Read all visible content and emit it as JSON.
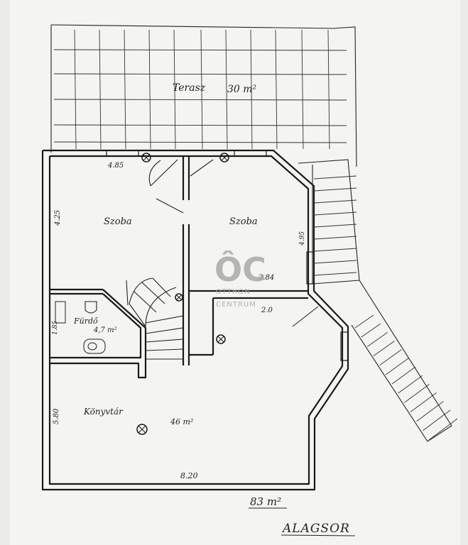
{
  "plan": {
    "terrace_label": "Terasz",
    "terrace_area": "30 m²",
    "room1_label": "Szoba",
    "room2_label": "Szoba",
    "bathroom_label": "Fürdő",
    "bathroom_area": "4,7 m²",
    "library_label": "Könyvtár",
    "library_area": "46 m²",
    "dim_top": "4.85",
    "dim_left": "4.25",
    "dim_room2_side": "4.95",
    "dim_room2_bottom": "3.84",
    "dim_hall": "2.0",
    "dim_bath_side": "1.85",
    "dim_library_side": "5.80",
    "dim_bottom": "8.20",
    "total_area": "83 m²",
    "floor_name": "ALAGSOR"
  },
  "watermark": {
    "logo_mark": "ÔC",
    "line1": "OTTHON",
    "line2": "CENTRUM",
    "color": "#a9a9a9"
  },
  "colors": {
    "ink": "#1a1a1a",
    "paper": "#f4f4f2"
  }
}
